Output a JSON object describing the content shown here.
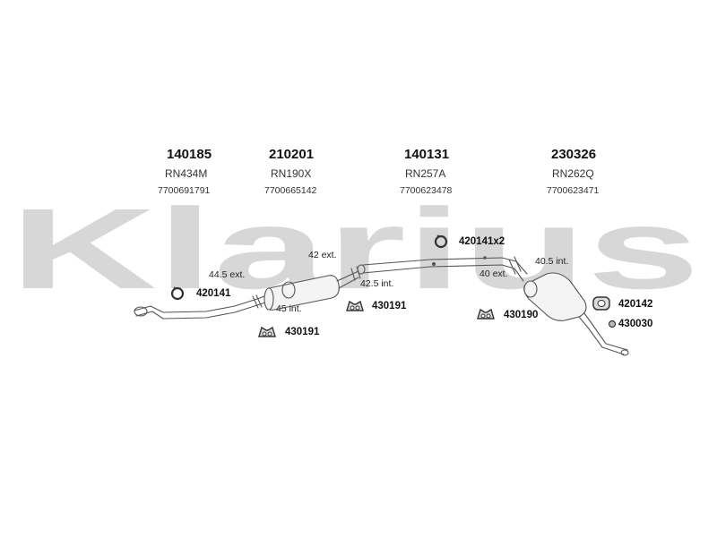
{
  "watermark": {
    "text": "Klarius",
    "color": "#d7d7d7"
  },
  "parts": [
    {
      "number": "140185",
      "ref": "RN434M",
      "oem": "7700691791"
    },
    {
      "number": "210201",
      "ref": "RN190X",
      "oem": "7700665142"
    },
    {
      "number": "140131",
      "ref": "RN257A",
      "oem": "7700623478"
    },
    {
      "number": "230326",
      "ref": "RN262Q",
      "oem": "7700623471"
    }
  ],
  "dimensions": {
    "d1": "44.5 ext.",
    "d2": "45 int.",
    "d3": "42 ext.",
    "d4": "42.5 int.",
    "d5": "40 ext.",
    "d6": "40.5 int."
  },
  "accessories": {
    "a1": "420141",
    "a2": "430191",
    "a3": "430191",
    "a4": "420141x2",
    "a5": "430190",
    "a6": "420142",
    "a7": "430030"
  },
  "icons": {
    "clamp": "clamp-ring-icon",
    "hanger": "rubber-hanger-icon",
    "ring": "mounting-ring-icon",
    "bolt": "bolt-icon"
  },
  "colors": {
    "line": "#555555",
    "fill": "#f4f4f4"
  }
}
